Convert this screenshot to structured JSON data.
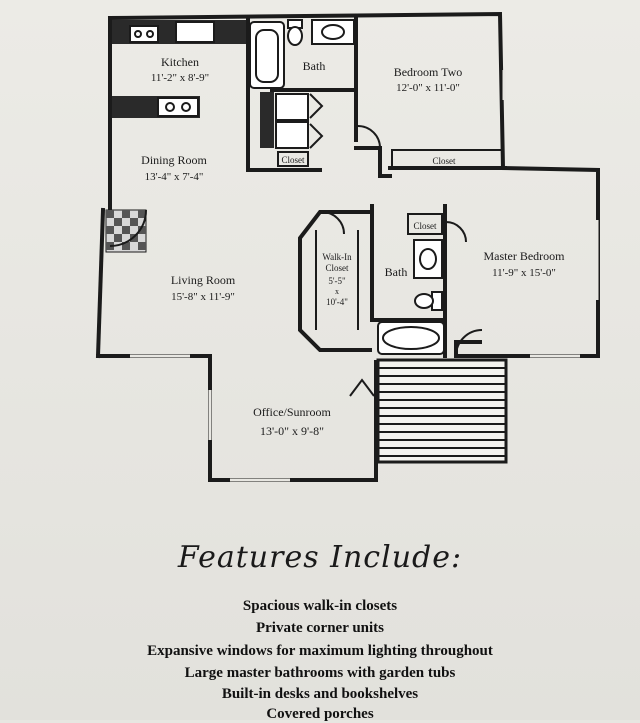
{
  "rooms": {
    "kitchen": {
      "name": "Kitchen",
      "size": "11'-2\" x 8'-9\""
    },
    "bath_main": {
      "name": "Bath"
    },
    "bedroom_two": {
      "name": "Bedroom Two",
      "size": "12'-0\" x 11'-0\""
    },
    "closet_bed2": {
      "name": "Closet"
    },
    "closet_hall": {
      "name": "Closet"
    },
    "dining": {
      "name": "Dining Room",
      "size": "13'-4\" x 7'-4\""
    },
    "living": {
      "name": "Living Room",
      "size": "15'-8\" x 11'-9\""
    },
    "walkin": {
      "name": "Walk-In",
      "name2": "Closet",
      "size_a": "5'-5\"",
      "size_x": "x",
      "size_b": "10'-4\""
    },
    "bath_master": {
      "name": "Bath"
    },
    "closet_master": {
      "name": "Closet"
    },
    "master": {
      "name": "Master Bedroom",
      "size": "11'-9\" x 15'-0\""
    },
    "office": {
      "name": "Office/Sunroom",
      "size": "13'-0\" x 9'-8\""
    }
  },
  "features": {
    "title": "Features Include:",
    "items": [
      "Spacious walk-in closets",
      "Private corner units",
      "Expansive windows for maximum lighting throughout",
      "Large master bathrooms with garden tubs",
      "Built-in desks and bookshelves",
      "Covered porches"
    ]
  }
}
